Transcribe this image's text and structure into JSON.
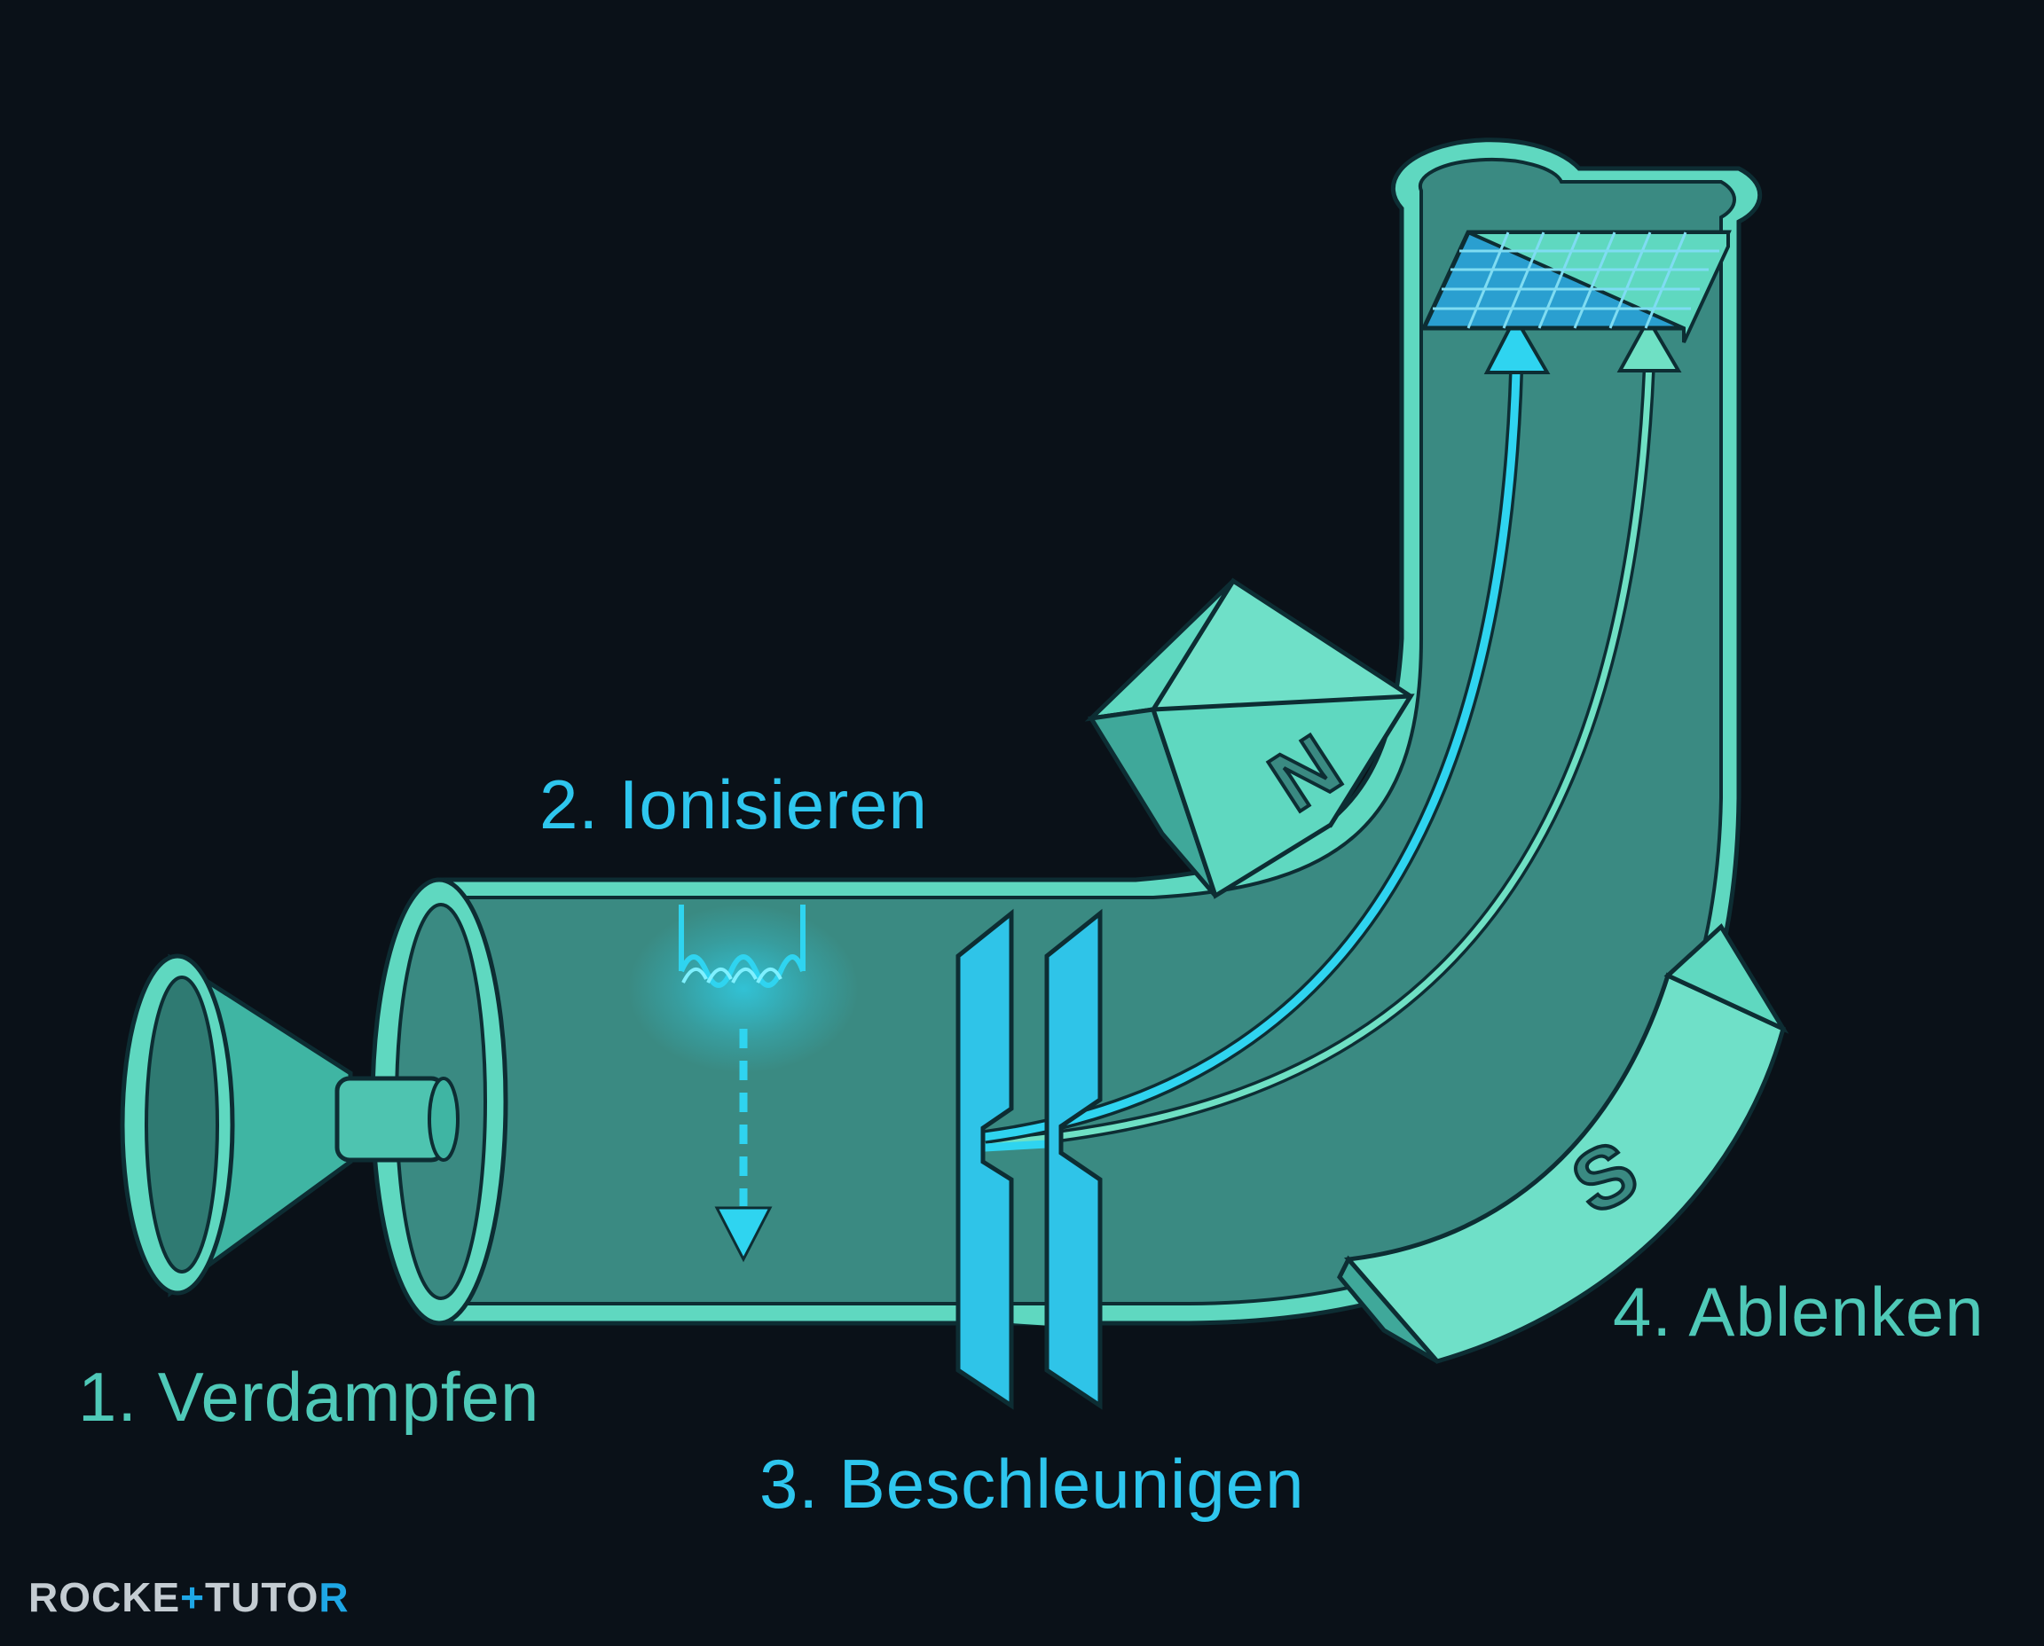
{
  "colors": {
    "background": "#0a1118",
    "tube_fill": "#3a8a82",
    "tube_rim": "#5fd8c0",
    "outline": "#0d2d33",
    "accent_cyan": "#2fd4f0",
    "label_teal": "#4fc9b8",
    "label_cyan": "#2ec6ee",
    "magnet": "#5fd8c0"
  },
  "steps": [
    {
      "label": "1. Verdampfen"
    },
    {
      "label": "2. Ionisieren"
    },
    {
      "label": "3. Beschleunigen"
    },
    {
      "label": "4. Ablenken"
    }
  ],
  "magnets": {
    "north": {
      "letter": "N"
    },
    "south": {
      "letter": "S"
    }
  },
  "logo": {
    "part1": "ROCKE",
    "mark": "+",
    "part2": "TUTO",
    "part3": "R"
  },
  "icons": [
    "funnel-icon",
    "filament-coil-icon",
    "accelerator-plate-icon",
    "detector-grid-icon",
    "magnet-north-icon",
    "magnet-south-icon"
  ]
}
